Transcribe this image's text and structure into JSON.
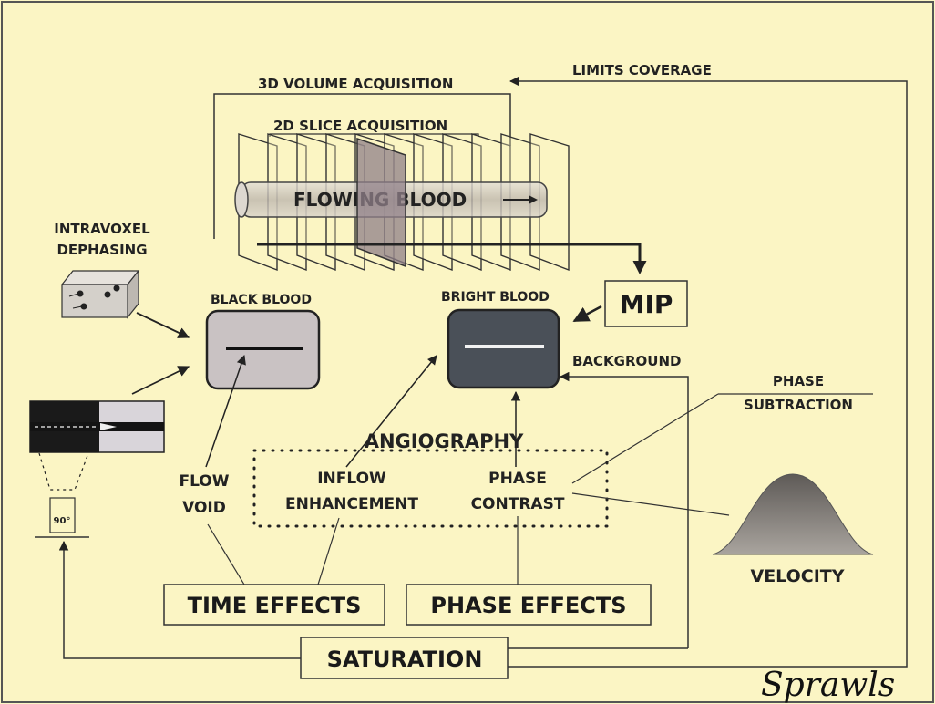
{
  "labels": {
    "limits_coverage": "LIMITS COVERAGE",
    "volume_3d": "3D VOLUME ACQUISITION",
    "slice_2d": "2D SLICE ACQUISITION",
    "flowing_blood": "FLOWING BLOOD",
    "intravoxel_line1": "INTRAVOXEL",
    "intravoxel_line2": "DEPHASING",
    "black_blood": "BLACK BLOOD",
    "bright_blood": "BRIGHT BLOOD",
    "mip": "MIP",
    "background": "BACKGROUND",
    "phase_sub_line1": "PHASE",
    "phase_sub_line2": "SUBTRACTION",
    "angiography": "ANGIOGRAPHY",
    "flow_line1": "FLOW",
    "flow_line2": "VOID",
    "inflow_line1": "INFLOW",
    "inflow_line2": "ENHANCEMENT",
    "phase_contrast_line1": "PHASE",
    "phase_contrast_line2": "CONTRAST",
    "velocity": "VELOCITY",
    "time_effects": "TIME EFFECTS",
    "phase_effects": "PHASE EFFECTS",
    "saturation": "SATURATION",
    "ninety": "90°",
    "signature": "Sprawls"
  },
  "colors": {
    "background": "#fbf5c4",
    "line": "#222222",
    "black_blood_fill": "#c9c2c3",
    "bright_blood_fill": "#4a5058",
    "vessel_fill": "#c8c2bb",
    "slice_fill": "#9a8c92",
    "velocity_fill": "#7a7570"
  },
  "icons": [
    "arrow-icon",
    "cube-icon",
    "vessel-icon",
    "velocity-curve-icon",
    "tube-icon"
  ]
}
